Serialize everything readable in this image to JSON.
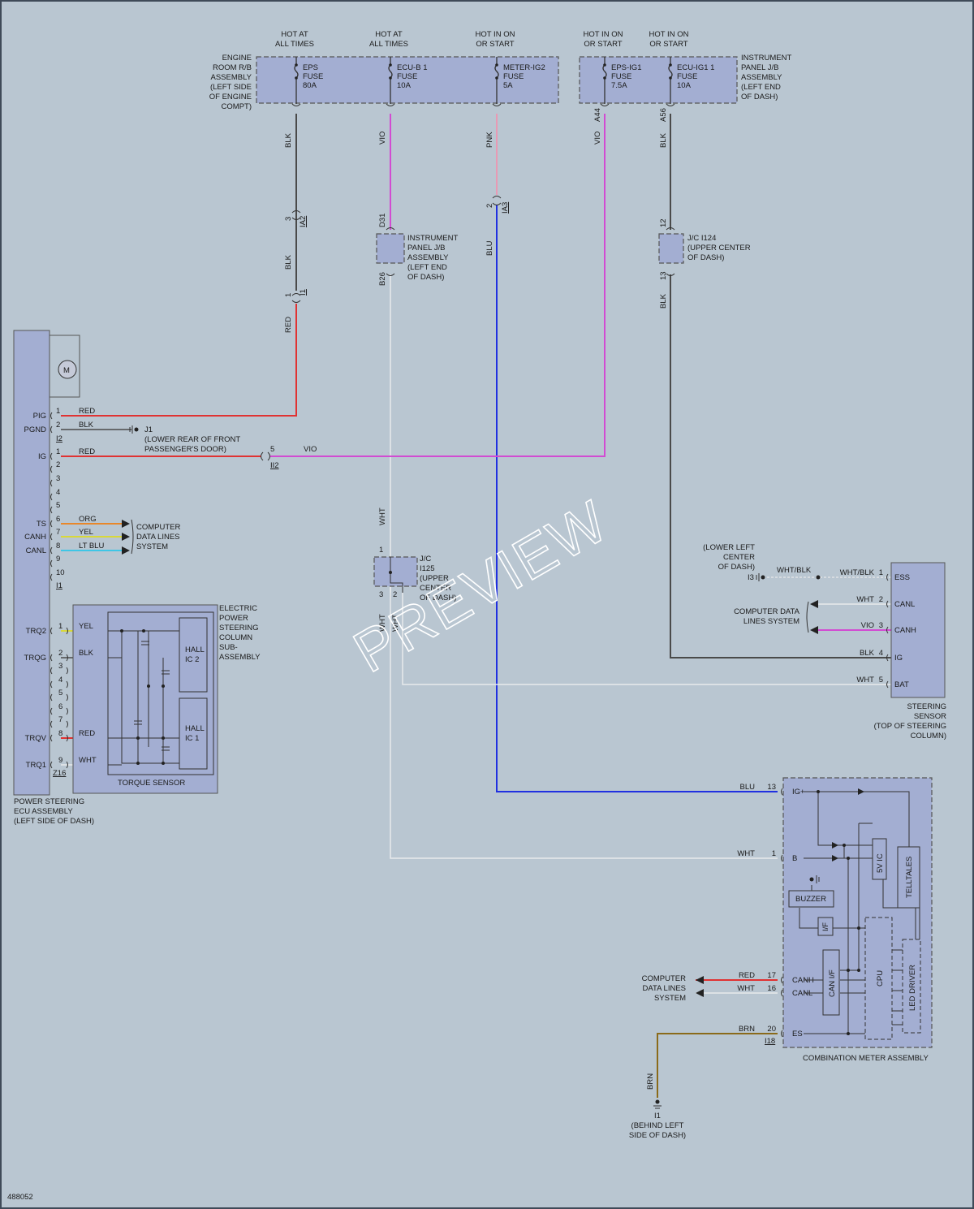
{
  "fuses": [
    {
      "header": [
        "HOT AT",
        "ALL TIMES"
      ],
      "label": [
        "EPS",
        "FUSE",
        "80A"
      ]
    },
    {
      "header": [
        "HOT AT",
        "ALL TIMES"
      ],
      "label": [
        "ECU-B 1",
        "FUSE",
        "10A"
      ]
    },
    {
      "header": [
        "HOT IN ON",
        "OR START"
      ],
      "label": [
        "METER-IG2",
        "FUSE",
        "5A"
      ]
    },
    {
      "header": [
        "HOT IN ON",
        "OR START"
      ],
      "label": [
        "EPS-IG1",
        "FUSE",
        "7.5A"
      ]
    },
    {
      "header": [
        "HOT IN ON",
        "OR START"
      ],
      "label": [
        "ECU-IG1 1",
        "FUSE",
        "10A"
      ]
    }
  ],
  "assemblies": {
    "engine_room": [
      "ENGINE",
      "ROOM R/B",
      "ASSEMBLY",
      "(LEFT SIDE",
      "OF ENGINE",
      "COMPT)"
    ],
    "instrument_panel_right": [
      "INSTRUMENT",
      "PANEL J/B",
      "ASSEMBLY",
      "(LEFT END",
      "OF DASH)"
    ],
    "instrument_panel_mid": [
      "INSTRUMENT",
      "PANEL J/B",
      "ASSEMBLY",
      "(LEFT END",
      "OF DASH)"
    ],
    "jc_i124": [
      "J/C I124",
      "(UPPER CENTER",
      "OF DASH)"
    ],
    "jc_i125": [
      "J/C",
      "I125",
      "(UPPER",
      "CENTER",
      "OF DASH)"
    ],
    "ps_ecu": [
      "POWER STEERING",
      "ECU ASSEMBLY",
      "(LEFT SIDE OF DASH)"
    ],
    "eps_column": [
      "ELECTRIC",
      "POWER",
      "STEERING",
      "COLUMN",
      "SUB-",
      "ASSEMBLY"
    ],
    "torque_sensor": "TORQUE SENSOR",
    "hall_ic2": [
      "HALL",
      "IC 2"
    ],
    "hall_ic1": [
      "HALL",
      "IC 1"
    ],
    "steering_sensor": [
      "STEERING",
      "SENSOR",
      "(TOP OF STEERING",
      "COLUMN)"
    ],
    "combination_meter": "COMBINATION METER ASSEMBLY",
    "motor": "M"
  },
  "ground_points": {
    "j1": [
      "J1",
      "(LOWER REAR OF FRONT",
      "PASSENGER'S DOOR)"
    ],
    "i3": [
      "(LOWER LEFT",
      "CENTER",
      "OF DASH)"
    ],
    "i3_code": "I3",
    "i1": [
      "I1",
      "(BEHIND LEFT",
      "SIDE OF DASH)"
    ]
  },
  "computer_data_lines": [
    "COMPUTER",
    "DATA LINES",
    "SYSTEM"
  ],
  "computer_data_lines_2": [
    "COMPUTER DATA",
    "LINES SYSTEM"
  ],
  "ecu_pins": [
    {
      "num": "1",
      "name": "PIG",
      "color": "RED"
    },
    {
      "num": "2",
      "name": "PGND",
      "color": "BLK"
    },
    {
      "num": "1",
      "name": "IG",
      "color": "RED"
    },
    {
      "num": "2",
      "name": "",
      "color": ""
    },
    {
      "num": "3",
      "name": "",
      "color": ""
    },
    {
      "num": "4",
      "name": "",
      "color": ""
    },
    {
      "num": "5",
      "name": "",
      "color": ""
    },
    {
      "num": "6",
      "name": "TS",
      "color": "ORG"
    },
    {
      "num": "7",
      "name": "CANH",
      "color": "YEL"
    },
    {
      "num": "8",
      "name": "CANL",
      "color": "LT BLU"
    },
    {
      "num": "9",
      "name": "",
      "color": ""
    },
    {
      "num": "10",
      "name": "",
      "color": ""
    }
  ],
  "torque_pins": [
    {
      "num": "1",
      "name": "TRQ2",
      "color": "YEL"
    },
    {
      "num": "2",
      "name": "TRQG",
      "color": "BLK"
    },
    {
      "num": "3",
      "name": "",
      "color": ""
    },
    {
      "num": "4",
      "name": "",
      "color": ""
    },
    {
      "num": "5",
      "name": "",
      "color": ""
    },
    {
      "num": "6",
      "name": "",
      "color": ""
    },
    {
      "num": "7",
      "name": "",
      "color": ""
    },
    {
      "num": "8",
      "name": "TRQV",
      "color": "RED"
    },
    {
      "num": "9",
      "name": "TRQ1",
      "color": "WHT"
    }
  ],
  "steering_sensor_pins": [
    {
      "num": "1",
      "name": "ESS",
      "color": "WHT/BLK"
    },
    {
      "num": "2",
      "name": "CANL",
      "color": "WHT"
    },
    {
      "num": "3",
      "name": "CANH",
      "color": "VIO"
    },
    {
      "num": "4",
      "name": "IG",
      "color": "BLK"
    },
    {
      "num": "5",
      "name": "BAT",
      "color": "WHT"
    }
  ],
  "meter_pins": [
    {
      "num": "13",
      "name": "IG+",
      "color": "BLU"
    },
    {
      "num": "1",
      "name": "B",
      "color": "WHT"
    },
    {
      "num": "17",
      "name": "CANH",
      "color": "RED"
    },
    {
      "num": "16",
      "name": "CANL",
      "color": "WHT"
    },
    {
      "num": "20",
      "name": "ES",
      "color": "BRN"
    }
  ],
  "meter_internals": {
    "buzzer": "BUZZER",
    "cpu": "CPU",
    "can_if": "CAN I/F",
    "led_driver": "LED DRIVER",
    "telltales": "TELLTALES",
    "vic": "5V IC",
    "if": "I/F"
  },
  "wire_labels": {
    "eps_blk_1": "BLK",
    "eps_blk_2": "BLK",
    "pig_red": "RED",
    "ecub_vio": "VIO",
    "meter_pnk": "PNK",
    "meter_blu": "BLU",
    "epsig1_vio": "VIO",
    "ecuig1_blk": "BLK",
    "ecuig1_blk_2": "BLK",
    "ig_vio": "VIO",
    "wht_vert": "WHT",
    "jc_wht_3": "WHT",
    "jc_wht_2": "WHT",
    "brn_vert": "BRN",
    "wht_blk_2": "WHT/BLK"
  },
  "connectors": {
    "a2_num": "3",
    "a2": "IA2",
    "i1_num": "1",
    "i1": "I1",
    "d31": "D31",
    "b26": "B26",
    "a3_num": "2",
    "a3": "IA3",
    "a44": "A44",
    "a56": "A56",
    "i124_in": "12",
    "i124_out": "13",
    "ig_conn_num": "5",
    "ig_conn": "II2",
    "ecu_conn_i2": "I2",
    "ecu_conn_i1": "I1",
    "ecu_conn_z16": "Z16",
    "jc_i125_in": "1",
    "jc_i125_out3": "3",
    "jc_i125_out2": "2",
    "meter_conn": "I18"
  },
  "watermark": "PREVIEW",
  "figure_id": "488052"
}
